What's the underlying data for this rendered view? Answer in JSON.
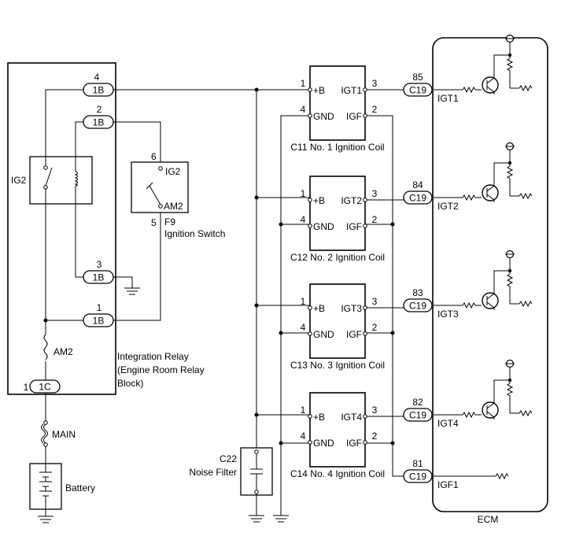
{
  "relay": {
    "name1": "Integration Relay",
    "name2": "(Engine Room Relay",
    "name3": "Block)",
    "ig2": "IG2",
    "am2": "AM2",
    "c_4": "1B",
    "n_4": "4",
    "c_2": "1B",
    "n_2": "2",
    "c_3": "1B",
    "n_3": "3",
    "c_1": "1B",
    "n_1": "1",
    "c_1c": "1C",
    "n_1c": "1"
  },
  "switch": {
    "ig2": "IG2",
    "am2": "AM2",
    "pin6": "6",
    "pin5": "5",
    "code": "F9",
    "name": "Ignition Switch"
  },
  "main_fuse": "MAIN",
  "battery": "Battery",
  "noise_filter": {
    "code": "C22",
    "name": "Noise Filter"
  },
  "coils": [
    {
      "pin1": "1",
      "b": "+B",
      "pin4": "4",
      "gnd": "GND",
      "pin3": "3",
      "igt": "IGT1",
      "pin2": "2",
      "igf": "IGF",
      "label": "C11 No. 1 Ignition Coil"
    },
    {
      "pin1": "1",
      "b": "+B",
      "pin4": "4",
      "gnd": "GND",
      "pin3": "3",
      "igt": "IGT2",
      "pin2": "2",
      "igf": "IGF",
      "label": "C12 No. 2 Ignition Coil"
    },
    {
      "pin1": "1",
      "b": "+B",
      "pin4": "4",
      "gnd": "GND",
      "pin3": "3",
      "igt": "IGT3",
      "pin2": "2",
      "igf": "IGF",
      "label": "C13 No. 3 Ignition Coil"
    },
    {
      "pin1": "1",
      "b": "+B",
      "pin4": "4",
      "gnd": "GND",
      "pin3": "3",
      "igt": "IGT4",
      "pin2": "2",
      "igf": "IGF",
      "label": "C14 No. 4 Ignition Coil"
    }
  ],
  "ecm": {
    "label": "ECM",
    "pins": [
      {
        "num": "85",
        "conn": "C19",
        "sig": "IGT1"
      },
      {
        "num": "84",
        "conn": "C19",
        "sig": "IGT2"
      },
      {
        "num": "83",
        "conn": "C19",
        "sig": "IGT3"
      },
      {
        "num": "82",
        "conn": "C19",
        "sig": "IGT4"
      },
      {
        "num": "81",
        "conn": "C19",
        "sig": "IGF1"
      }
    ]
  }
}
